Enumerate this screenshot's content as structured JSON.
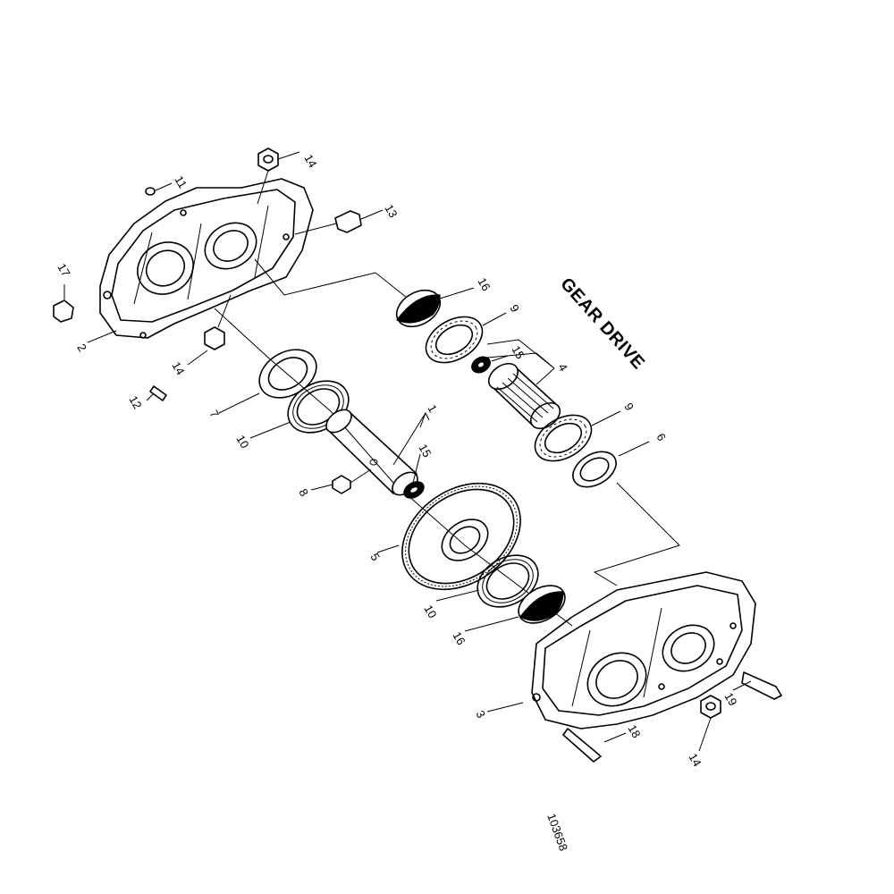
{
  "diagram": {
    "title": "GEAR DRIVE",
    "figure_number": "103658",
    "callouts": [
      "1",
      "2",
      "3",
      "4",
      "5",
      "6",
      "7",
      "8",
      "9",
      "9",
      "10",
      "10",
      "11",
      "12",
      "13",
      "14",
      "14",
      "14",
      "15",
      "15",
      "16",
      "16",
      "17",
      "18",
      "19"
    ]
  }
}
